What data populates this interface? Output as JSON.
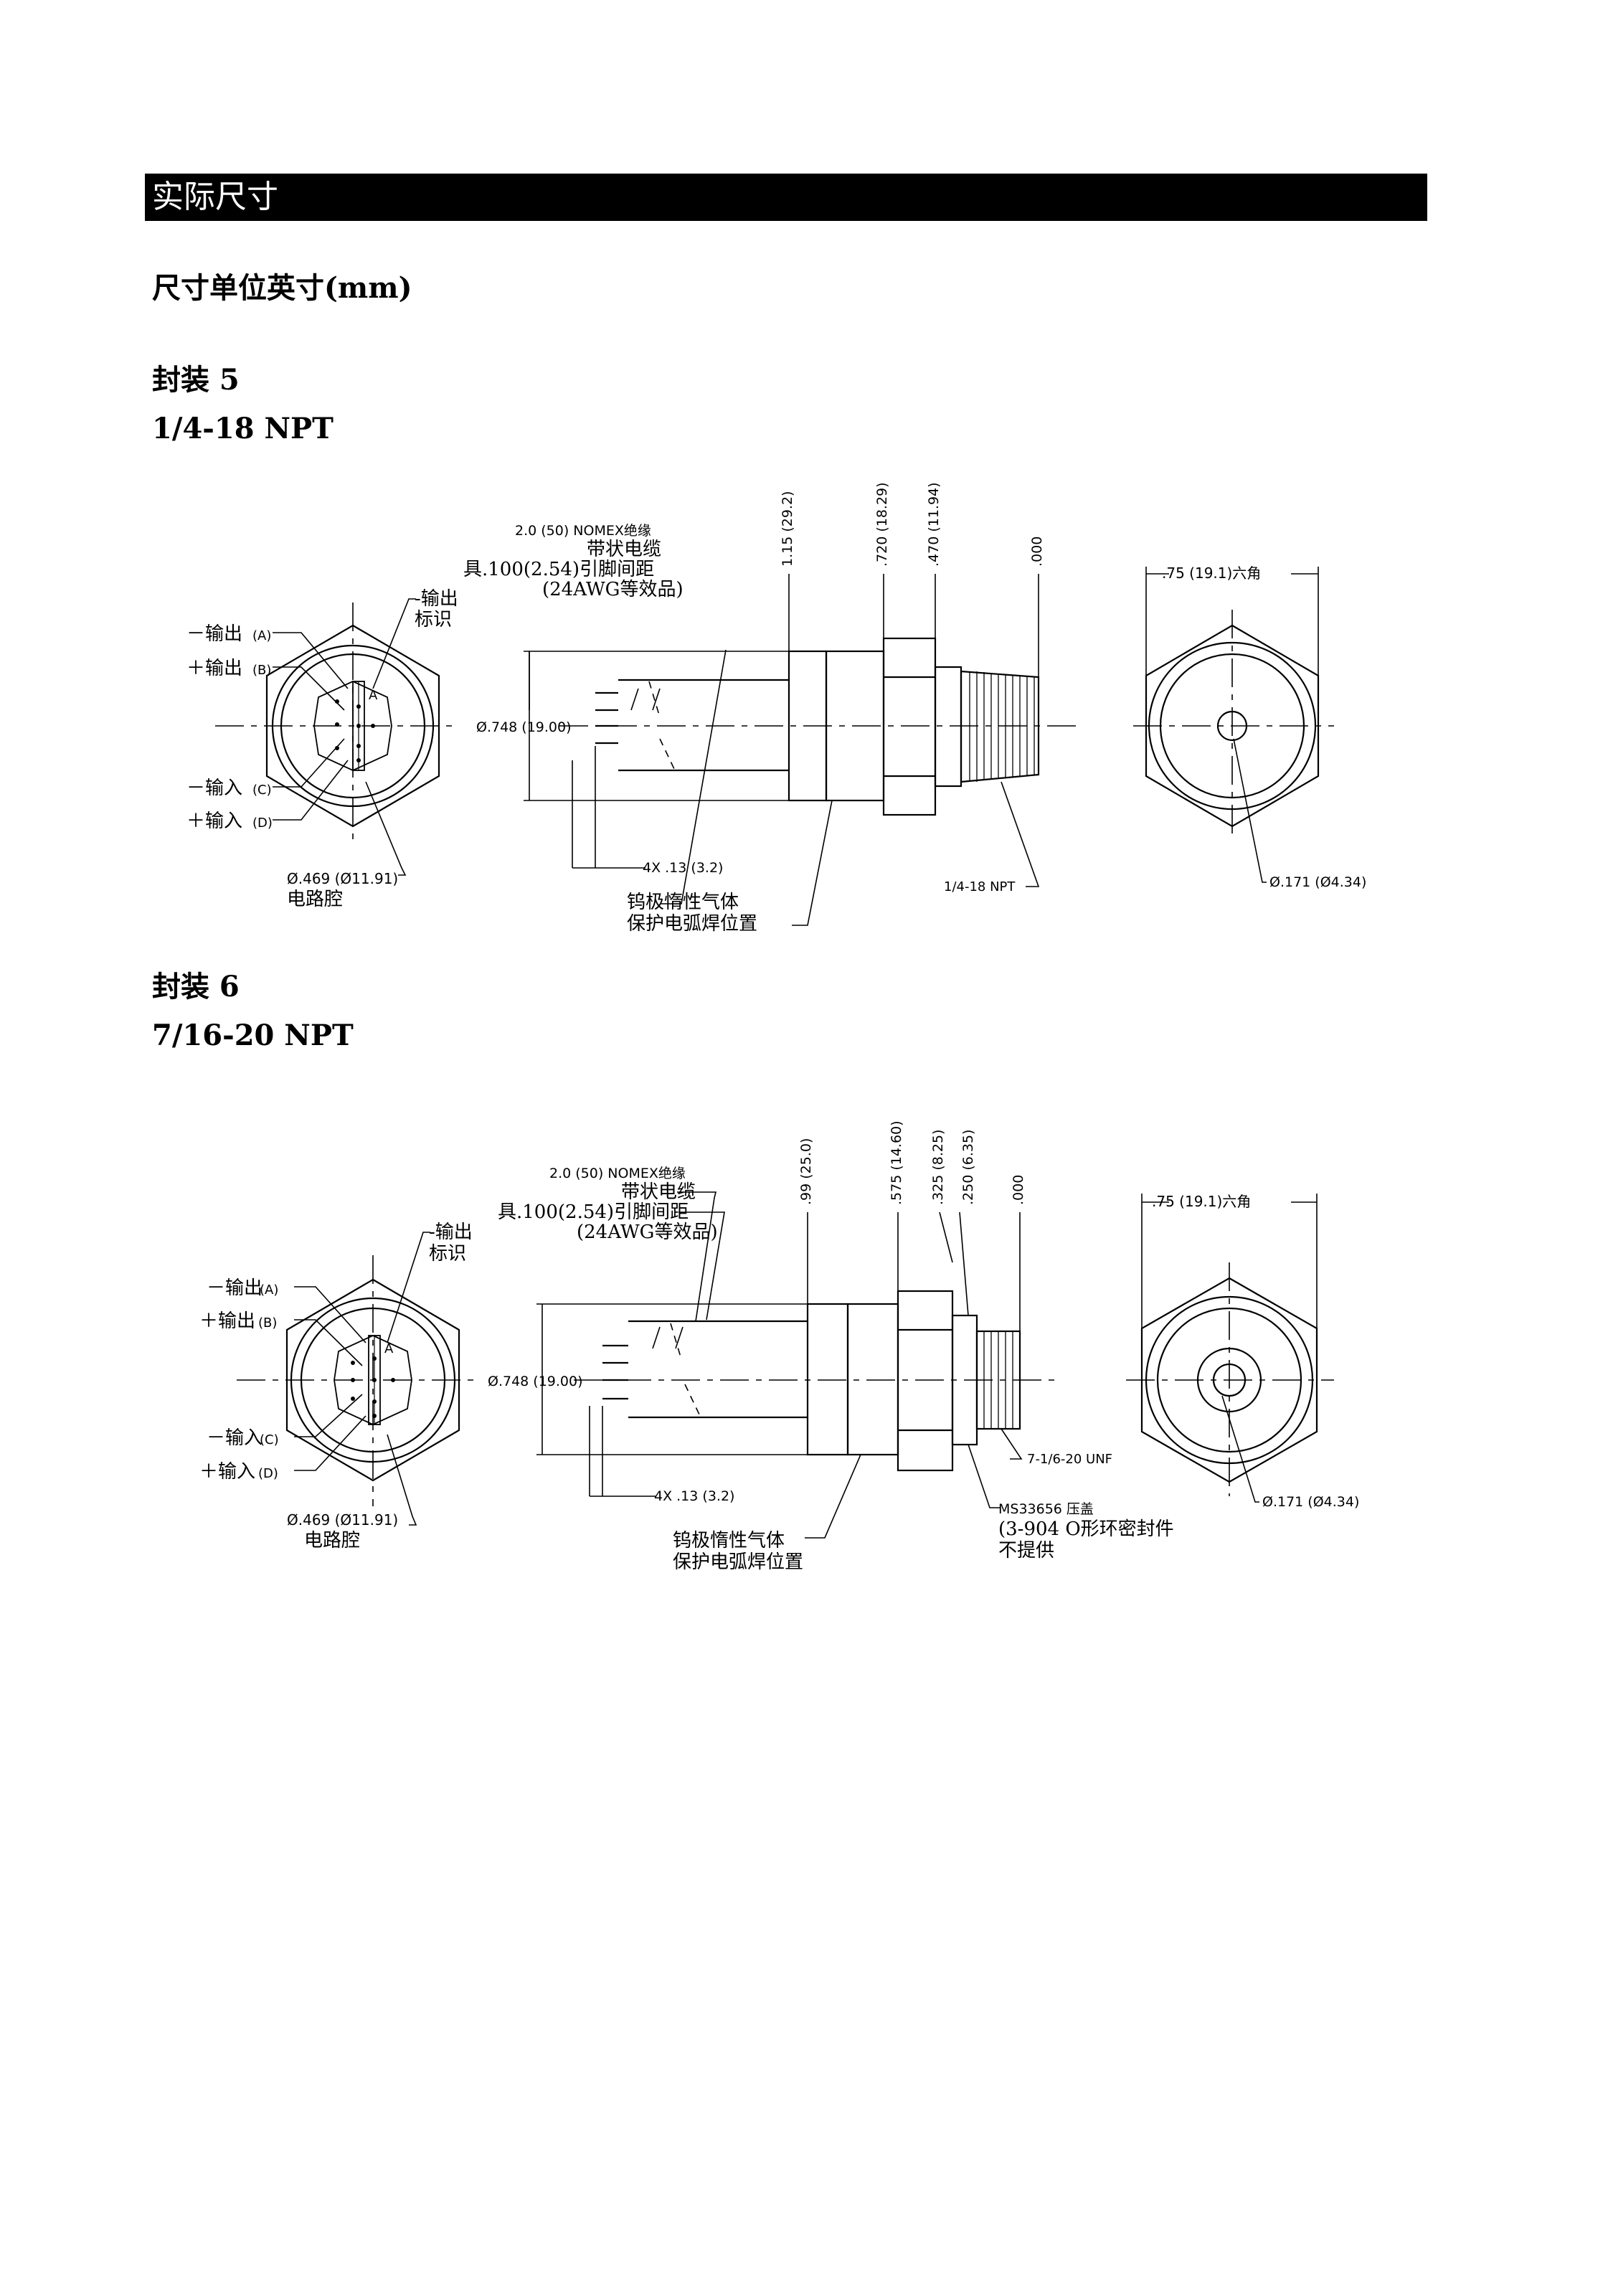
{
  "section_title": "实际尺寸",
  "units_note": "尺寸单位英寸(mm)",
  "packages": [
    {
      "title": "封装 5",
      "thread": "1/4-18 NPT",
      "labels": {
        "out_minus": "－输出",
        "out_minus_pin": "(A)",
        "out_plus": "＋输出",
        "out_plus_pin": "(B)",
        "in_minus": "－输入",
        "in_minus_pin": "(C)",
        "in_plus": "＋输入",
        "in_plus_pin": "(D)",
        "pin_a": "A",
        "output_mark_1": "-输出",
        "output_mark_2": "标识",
        "cavity_dim": "Ø.469 (Ø11.91)",
        "cavity_name": "电路腔",
        "cable_1": "2.0 (50) NOMEX绝缘",
        "cable_2": "带状电缆",
        "cable_3": "具.100(2.54)引脚间距",
        "cable_4": "(24AWG等效品)",
        "body_dia": "Ø.748 (19.00)",
        "pins": "4X .13 (3.2)",
        "weld_1": "钨极惰性气体",
        "weld_2": "保护电弧焊位置",
        "thread_callout": "1/4-18 NPT",
        "dim_1": "1.15 (29.2)",
        "dim_2": ".720 (18.29)",
        "dim_3": ".470 (11.94)",
        "dim_4": ".000",
        "hex_flat": ".75 (19.1)六角",
        "port_dia": "Ø.171 (Ø4.34)"
      }
    },
    {
      "title": "封装 6",
      "thread": "7/16-20 NPT",
      "labels": {
        "out_minus": "－输出",
        "out_minus_pin": "(A)",
        "out_plus": "＋输出",
        "out_plus_pin": "(B)",
        "in_minus": "－输入",
        "in_minus_pin": "(C)",
        "in_plus": "＋输入",
        "in_plus_pin": "(D)",
        "pin_a": "A",
        "output_mark_1": "-输出",
        "output_mark_2": "标识",
        "cavity_dim": "Ø.469 (Ø11.91)",
        "cavity_name": "电路腔",
        "cable_1": "2.0 (50) NOMEX绝缘",
        "cable_2": "带状电缆",
        "cable_3": "具.100(2.54)引脚间距",
        "cable_4": "(24AWG等效品)",
        "body_dia": "Ø.748 (19.00)",
        "pins": "4X .13 (3.2)",
        "weld_1": "钨极惰性气体",
        "weld_2": "保护电弧焊位置",
        "thread_callout": "7-1/6-20 UNF",
        "boss_1": "MS33656 压盖",
        "boss_2": "(3-904 O形环密封件",
        "boss_3": "不提供",
        "dim_1": ".99 (25.0)",
        "dim_2": ".575 (14.60)",
        "dim_3": ".325 (8.25)",
        "dim_4": ".250 (6.35)",
        "dim_5": ".000",
        "hex_flat": ".75 (19.1)六角",
        "port_dia": "Ø.171 (Ø4.34)"
      }
    }
  ]
}
